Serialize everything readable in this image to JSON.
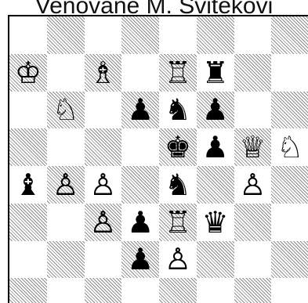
{
  "title": "Venované M. Svitekovi",
  "board": {
    "rows": [
      [
        {
          "square": "a8",
          "piece": ""
        },
        {
          "square": "b8",
          "piece": ""
        },
        {
          "square": "c8",
          "piece": ""
        },
        {
          "square": "d8",
          "piece": ""
        },
        {
          "square": "e8",
          "piece": ""
        },
        {
          "square": "f8",
          "piece": ""
        },
        {
          "square": "g8",
          "piece": ""
        },
        {
          "square": "h8",
          "piece": ""
        }
      ],
      [
        {
          "square": "a7",
          "piece": "♔",
          "name": "white-king",
          "color": "white"
        },
        {
          "square": "b7",
          "piece": ""
        },
        {
          "square": "c7",
          "piece": "♗",
          "name": "white-bishop",
          "color": "white"
        },
        {
          "square": "d7",
          "piece": ""
        },
        {
          "square": "e7",
          "piece": "♖",
          "name": "white-rook",
          "color": "white"
        },
        {
          "square": "f7",
          "piece": "♜",
          "name": "black-rook",
          "color": "black"
        },
        {
          "square": "g7",
          "piece": ""
        },
        {
          "square": "h7",
          "piece": ""
        }
      ],
      [
        {
          "square": "a6",
          "piece": ""
        },
        {
          "square": "b6",
          "piece": "♘",
          "name": "white-knight",
          "color": "white"
        },
        {
          "square": "c6",
          "piece": ""
        },
        {
          "square": "d6",
          "piece": "♟",
          "name": "black-pawn",
          "color": "black"
        },
        {
          "square": "e6",
          "piece": "♞",
          "name": "black-knight",
          "color": "black"
        },
        {
          "square": "f6",
          "piece": "♟",
          "name": "black-pawn",
          "color": "black"
        },
        {
          "square": "g6",
          "piece": ""
        },
        {
          "square": "h6",
          "piece": ""
        }
      ],
      [
        {
          "square": "a5",
          "piece": ""
        },
        {
          "square": "b5",
          "piece": ""
        },
        {
          "square": "c5",
          "piece": ""
        },
        {
          "square": "d5",
          "piece": ""
        },
        {
          "square": "e5",
          "piece": "♚",
          "name": "black-king",
          "color": "black"
        },
        {
          "square": "f5",
          "piece": "♟",
          "name": "black-pawn",
          "color": "black"
        },
        {
          "square": "g5",
          "piece": "♕",
          "name": "white-queen",
          "color": "white"
        },
        {
          "square": "h5",
          "piece": "♘",
          "name": "white-knight",
          "color": "white"
        }
      ],
      [
        {
          "square": "a4",
          "piece": "♝",
          "name": "black-bishop",
          "color": "black"
        },
        {
          "square": "b4",
          "piece": "♙",
          "name": "white-pawn",
          "color": "white"
        },
        {
          "square": "c4",
          "piece": "♙",
          "name": "white-pawn",
          "color": "white"
        },
        {
          "square": "d4",
          "piece": ""
        },
        {
          "square": "e4",
          "piece": "♞",
          "name": "black-knight",
          "color": "black"
        },
        {
          "square": "f4",
          "piece": ""
        },
        {
          "square": "g4",
          "piece": "♙",
          "name": "white-pawn",
          "color": "white"
        },
        {
          "square": "h4",
          "piece": ""
        }
      ],
      [
        {
          "square": "a3",
          "piece": ""
        },
        {
          "square": "b3",
          "piece": ""
        },
        {
          "square": "c3",
          "piece": "♙",
          "name": "white-pawn",
          "color": "white"
        },
        {
          "square": "d3",
          "piece": "♟",
          "name": "black-pawn",
          "color": "black"
        },
        {
          "square": "e3",
          "piece": "♖",
          "name": "white-rook",
          "color": "white"
        },
        {
          "square": "f3",
          "piece": "♛",
          "name": "black-queen",
          "color": "black"
        },
        {
          "square": "g3",
          "piece": ""
        },
        {
          "square": "h3",
          "piece": ""
        }
      ],
      [
        {
          "square": "a2",
          "piece": ""
        },
        {
          "square": "b2",
          "piece": ""
        },
        {
          "square": "c2",
          "piece": ""
        },
        {
          "square": "d2",
          "piece": "♟",
          "name": "black-pawn",
          "color": "black"
        },
        {
          "square": "e2",
          "piece": "♙",
          "name": "white-pawn",
          "color": "white"
        },
        {
          "square": "f2",
          "piece": ""
        },
        {
          "square": "g2",
          "piece": ""
        },
        {
          "square": "h2",
          "piece": ""
        }
      ],
      [
        {
          "square": "a1",
          "piece": ""
        },
        {
          "square": "b1",
          "piece": ""
        },
        {
          "square": "c1",
          "piece": ""
        },
        {
          "square": "d1",
          "piece": ""
        },
        {
          "square": "e1",
          "piece": ""
        },
        {
          "square": "f1",
          "piece": ""
        },
        {
          "square": "g1",
          "piece": ""
        },
        {
          "square": "h1",
          "piece": ""
        }
      ]
    ]
  },
  "colors": {
    "hatch": "#8c8c8c",
    "light_square": "#ffffff",
    "border": "#000000"
  }
}
